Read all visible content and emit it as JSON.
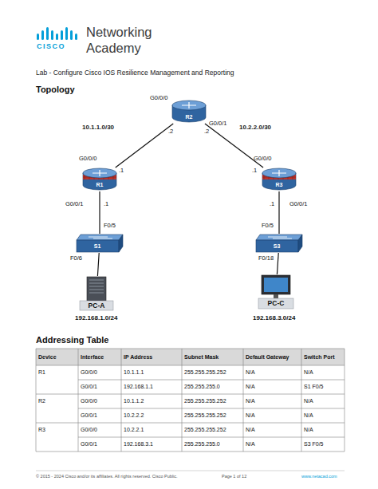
{
  "diagram": {
    "title": "Lab - Configure Cisco IOS Resilience Management and Reporting",
    "nodes": [
      {
        "text": [
          "R2"
        ]
      },
      {
        "text": [
          "R1"
        ]
      },
      {
        "text": [
          "R3"
        ]
      },
      {
        "text": [
          "S1"
        ]
      },
      {
        "text": [
          "S3"
        ]
      },
      {
        "text": [
          "PC-A"
        ]
      },
      {
        "text": [
          "PC-C"
        ]
      }
    ],
    "edges": [
      {
        "from": 1,
        "to": 0,
        "arrow": "none",
        "label": "10.1.1.0/30"
      },
      {
        "from": 0,
        "to": 2,
        "arrow": "none",
        "label": "10.2.2.0/30"
      },
      {
        "from": 1,
        "to": 3,
        "arrow": "none"
      },
      {
        "from": 3,
        "to": 5,
        "arrow": "none"
      },
      {
        "from": 2,
        "to": 4,
        "arrow": "none"
      },
      {
        "from": 4,
        "to": 6,
        "arrow": "none"
      }
    ],
    "labels": [
      "CISCO",
      "Networking Academy",
      "Topology",
      "G0/0/0",
      ".2",
      "G0/0/1",
      ".2",
      "G0/0/0",
      ".1",
      "G0/0/1",
      ".1",
      "F0/5",
      "F0/6",
      "192.168.1.0/24",
      "G0/0/0",
      ".1",
      "G0/0/1",
      ".1",
      "F0/5",
      "F0/18",
      "192.168.3.0/24",
      "Addressing Table",
      "Device",
      "Interface",
      "IP Address",
      "Subnet Mask",
      "Default Gateway",
      "Switch Port",
      "R1",
      "G0/0/0",
      "10.1.1.1",
      "255.255.255.252",
      "N/A",
      "N/A",
      "G0/0/1",
      "192.168.1.1",
      "255.255.255.0",
      "N/A",
      "S1 F0/5",
      "R2",
      "G0/0/0",
      "10.1.1.2",
      "255.255.255.252",
      "N/A",
      "N/A",
      "G0/0/1",
      "10.2.2.2",
      "255.255.255.252",
      "N/A",
      "N/A",
      "R3",
      "G0/0/0",
      "10.2.2.1",
      "255.255.255.252",
      "N/A",
      "N/A",
      "G0/0/1",
      "192.168.3.1",
      "255.255.255.0",
      "N/A",
      "S3 F0/5",
      "© 2015 - 2024 Cisco and/or its affiliates. All rights reserved. Cisco Public.",
      "Page 1 of 12",
      "www.netacad.com"
    ]
  }
}
